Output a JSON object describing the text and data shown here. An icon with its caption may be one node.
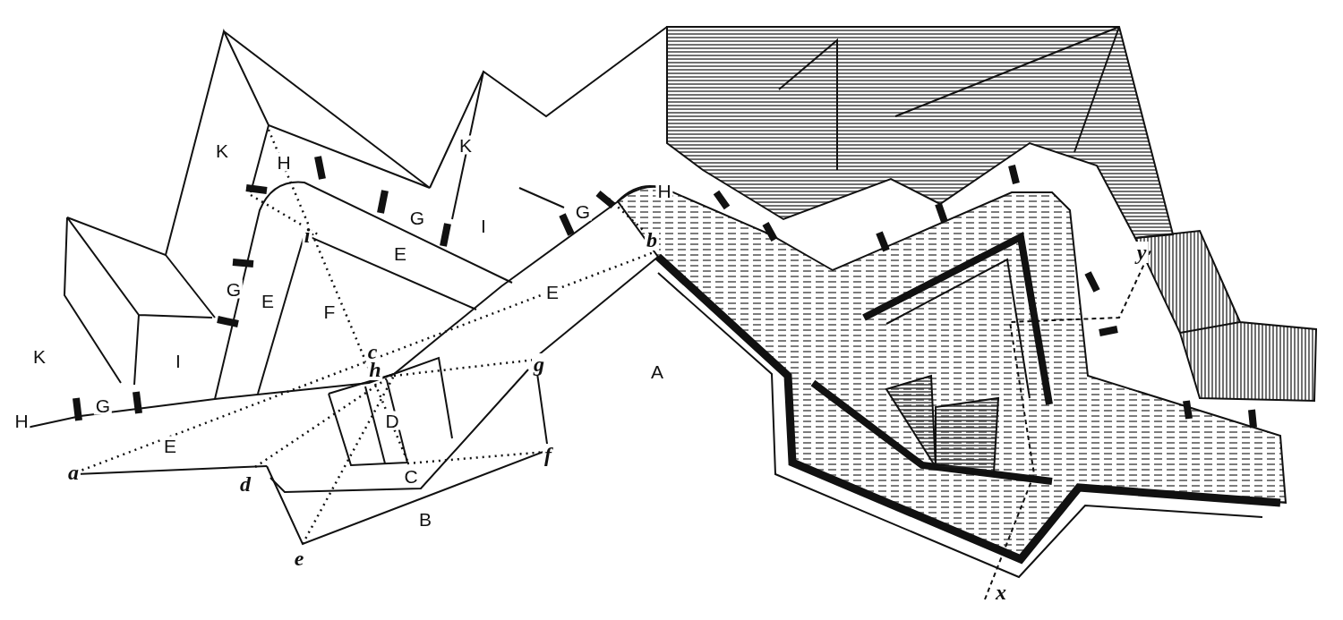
{
  "diagram": {
    "labels": [
      "K",
      "K",
      "H",
      "H",
      "G",
      "G",
      "I",
      "i",
      "b",
      "E",
      "y",
      "E",
      "G",
      "E",
      "F",
      "K",
      "I",
      "c",
      "h",
      "g",
      "A",
      "G",
      "D",
      "H",
      "E",
      "a",
      "d",
      "C",
      "f",
      "B",
      "e",
      "x"
    ]
  }
}
